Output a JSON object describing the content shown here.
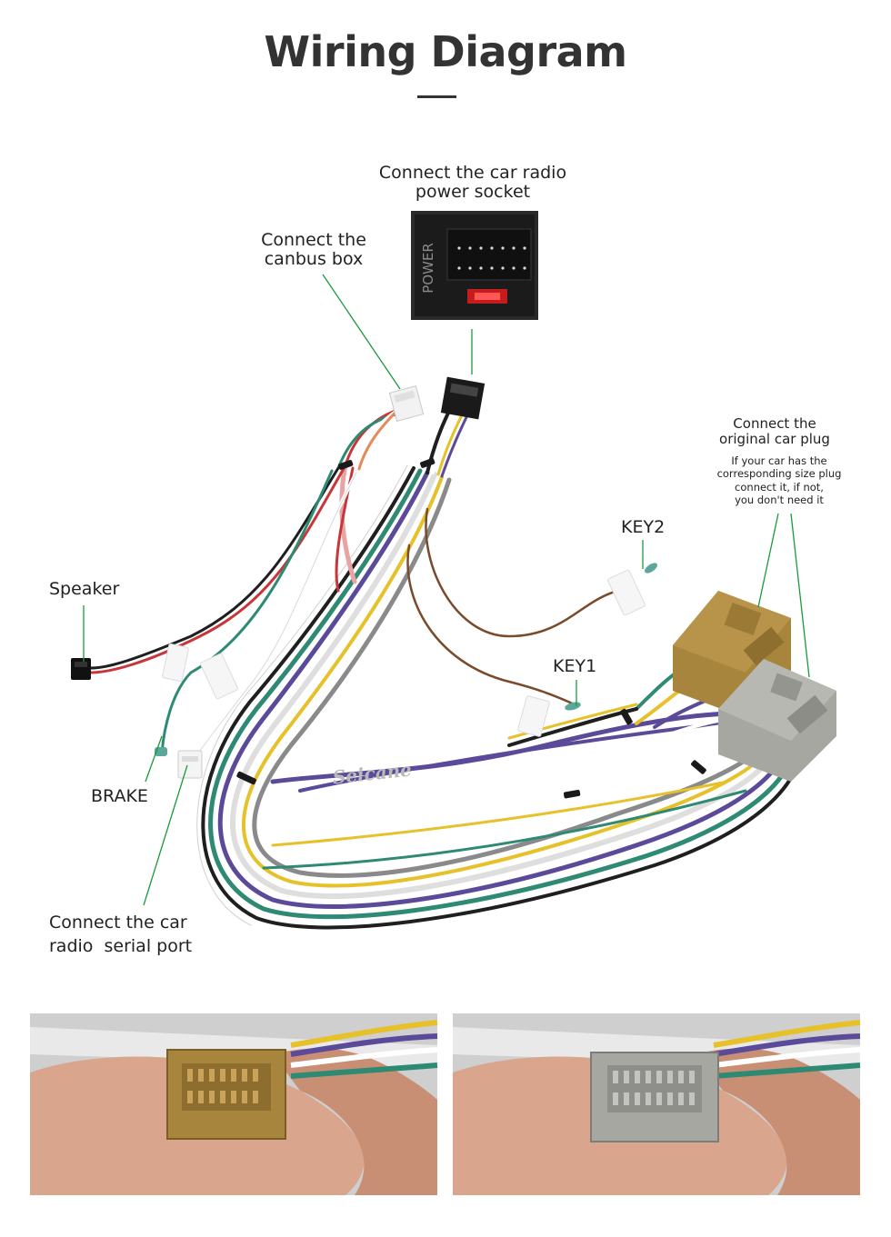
{
  "title": "Wiring Diagram",
  "labels": {
    "power_socket": [
      "Connect the car radio",
      "power socket"
    ],
    "power_label": "POWER",
    "canbus": [
      "Connect the",
      "canbus box"
    ],
    "original_plug_title": [
      "Connect the",
      "original car plug"
    ],
    "original_plug_note": [
      "If your car has the",
      "corresponding size plug",
      "connect it, if not,",
      "you don't need it"
    ],
    "key2": "KEY2",
    "key1": "KEY1",
    "speaker": "Speaker",
    "brake": "BRAKE",
    "serial_port": [
      "Connect the car",
      "radio  serial port"
    ],
    "watermark": "Seicane"
  },
  "colors": {
    "leader": "#1a9a3a",
    "brown_connector": "#a8853c",
    "grey_connector": "#a7a7a2",
    "wire_purple": "#5b4a9a",
    "wire_green": "#2f8a74",
    "wire_yellow": "#e6c12a",
    "wire_brown": "#7a4a2c",
    "wire_red": "#c8363a"
  }
}
